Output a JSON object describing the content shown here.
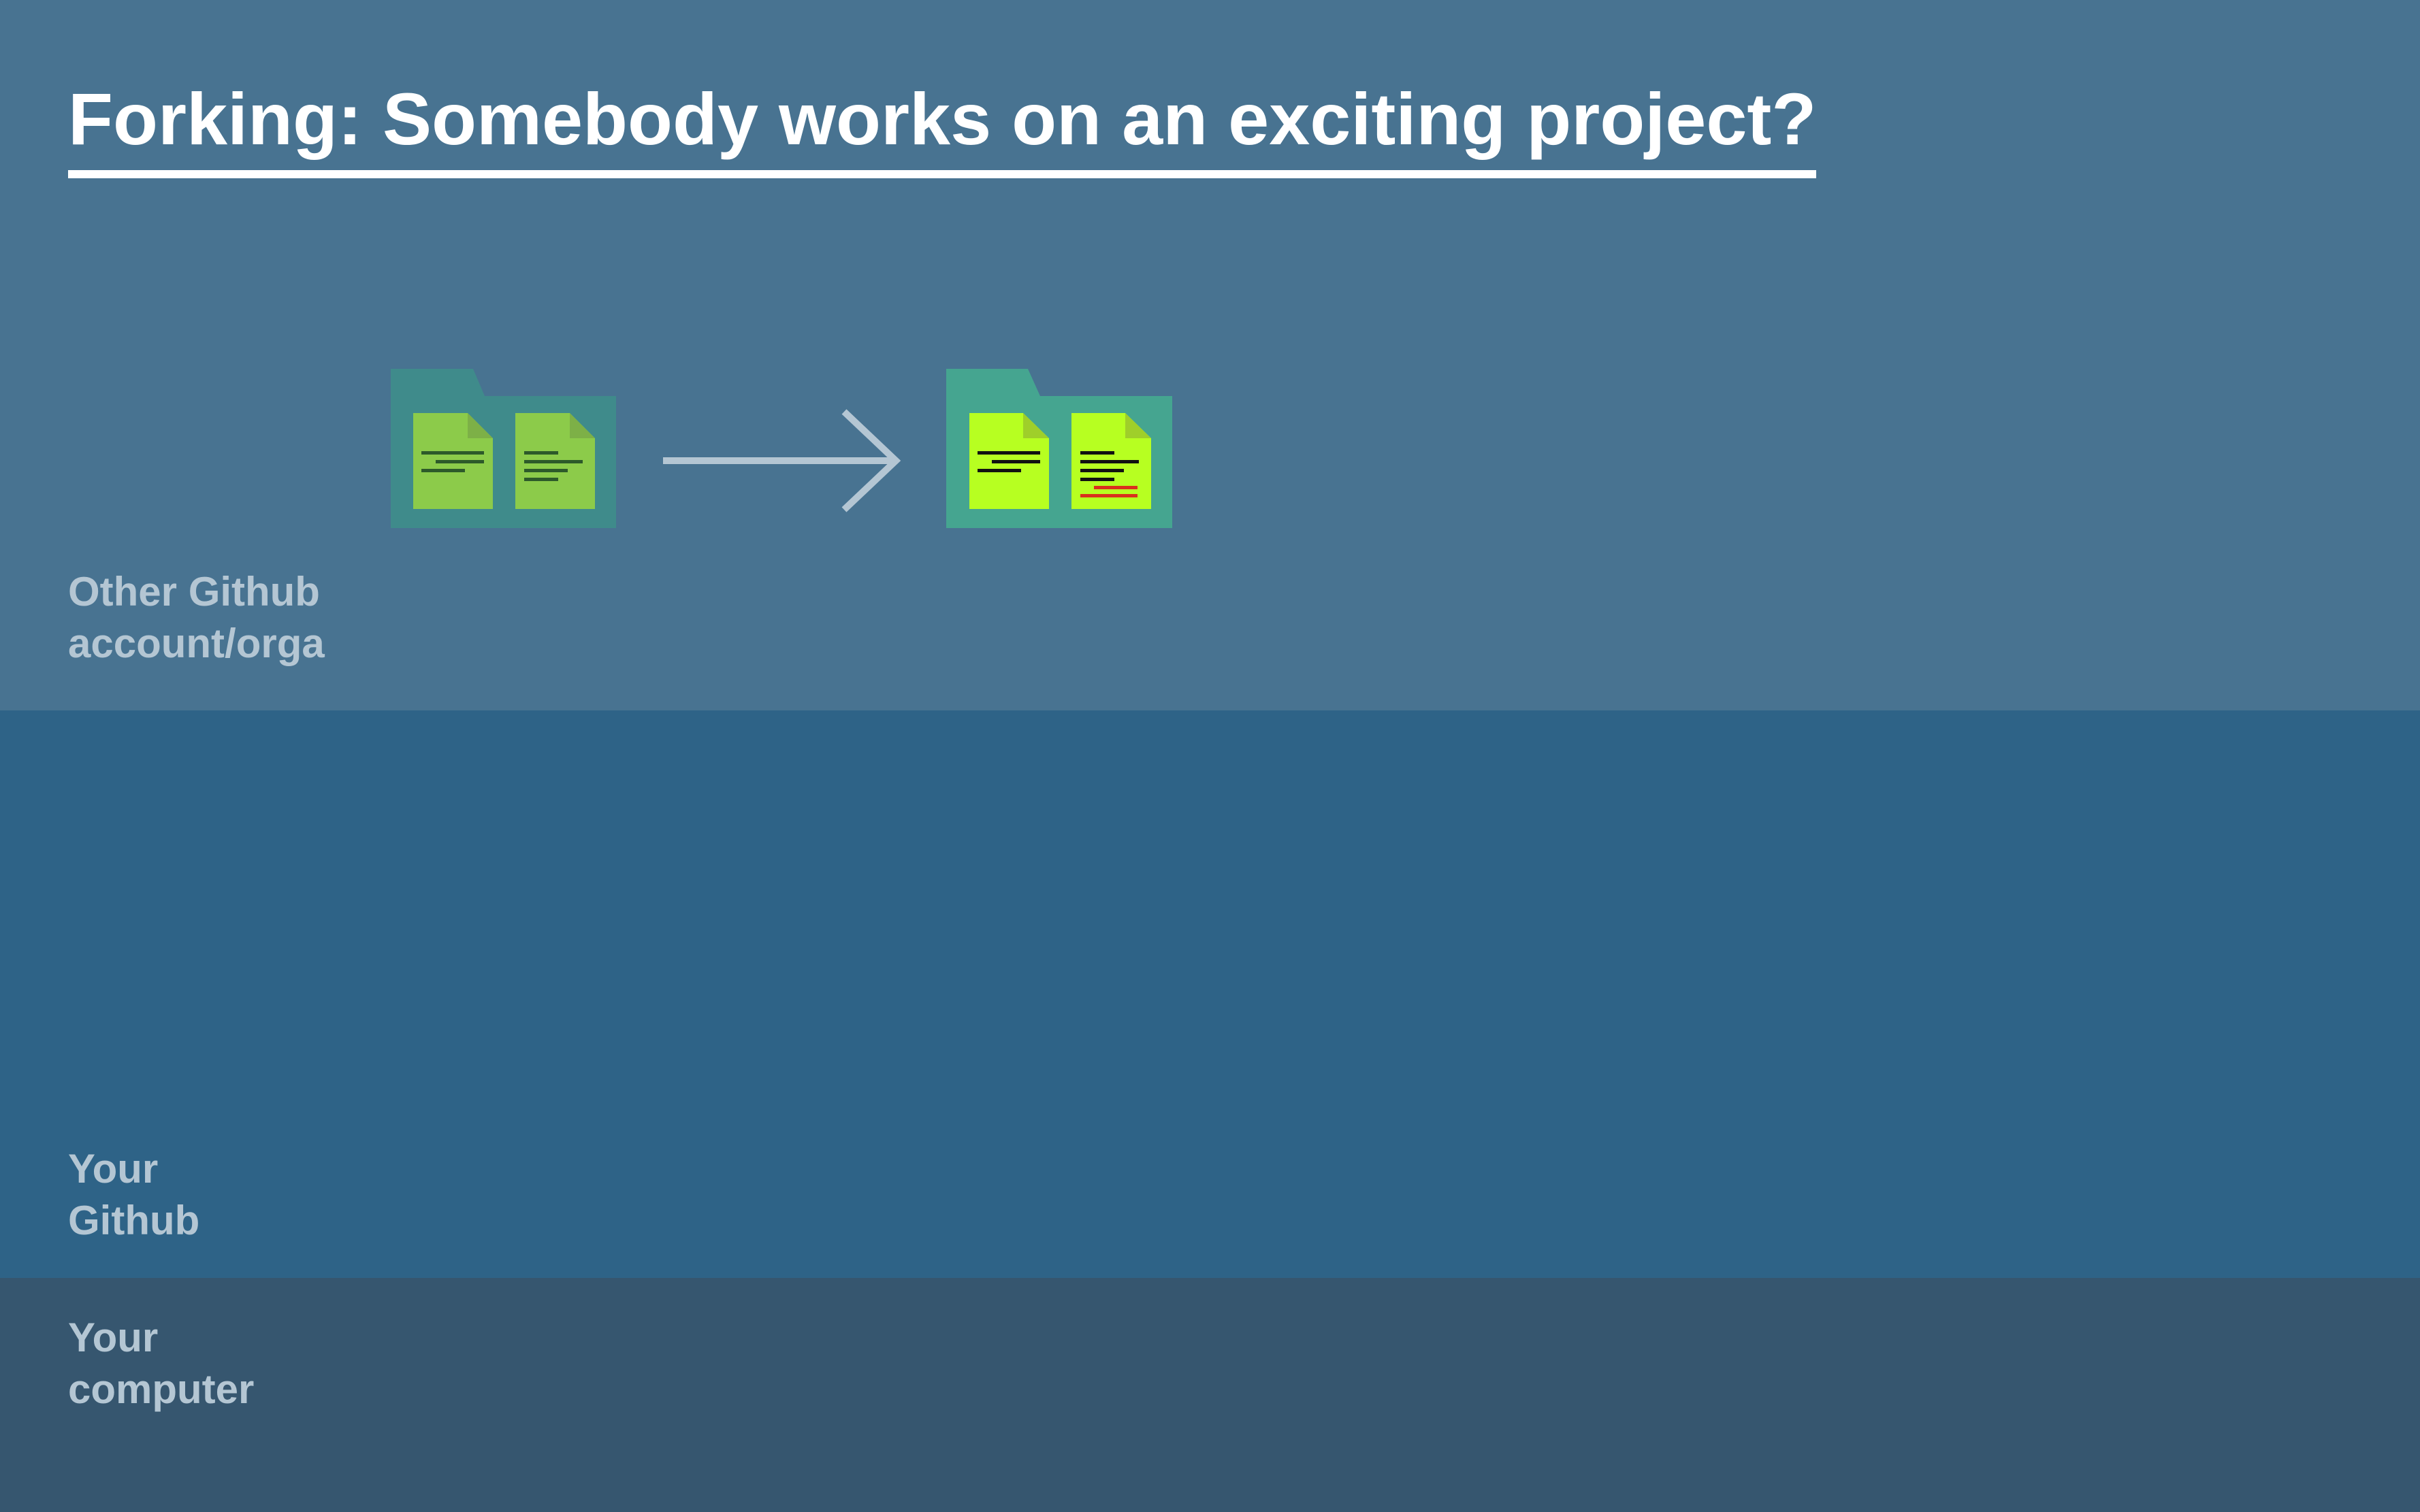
{
  "slide": {
    "title": "Forking: Somebody works on an exciting project?"
  },
  "bands": {
    "other": {
      "label_line1": "Other Github",
      "label_line2": "account/orga",
      "color": "#487391"
    },
    "github": {
      "label_line1": "Your",
      "label_line2": "Github",
      "color": "#2e6387"
    },
    "computer": {
      "label_line1": "Your",
      "label_line2": "computer",
      "color": "#36566f"
    }
  },
  "diagram": {
    "source_repo": {
      "icon": "folder-icon",
      "folder_color": "#3f8b8b",
      "file_color": "#8ccb4a",
      "file_count": 2
    },
    "arrow": {
      "icon": "arrow-right-icon",
      "color": "#b4c6d3"
    },
    "updated_repo": {
      "icon": "folder-icon",
      "folder_color": "#45a590",
      "file_color": "#b7ff21",
      "file_count": 2,
      "highlight_color": "#d9301c"
    }
  }
}
